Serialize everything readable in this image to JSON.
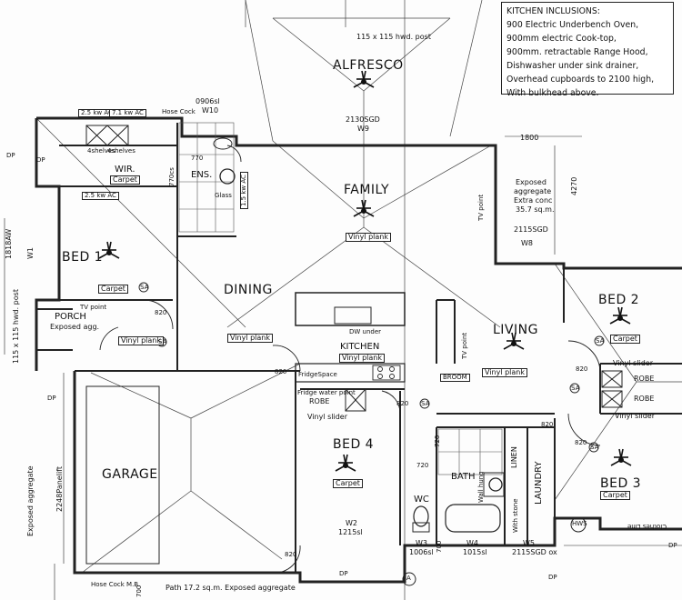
{
  "inclusions": {
    "title": "KITCHEN INCLUSIONS:",
    "lines": [
      "900 Electric Underbench Oven,",
      "900mm electric Cook-top,",
      "900mm. retractable Range Hood,",
      "Dishwasher under sink drainer,",
      "Overhead cupboards to 2100 high,",
      "With bulkhead above."
    ]
  },
  "rooms": {
    "alfresco": "ALFRESCO",
    "family": "FAMILY",
    "dining": "DINING",
    "kitchen": "KITCHEN",
    "living": "LIVING",
    "bed1": "BED 1",
    "bed2": "BED 2",
    "bed3": "BED 3",
    "bed4": "BED 4",
    "garage": "GARAGE",
    "porch": "PORCH",
    "wir": "WIR.",
    "ens": "ENS.",
    "bath": "BATH",
    "wc": "WC",
    "laundry": "LAUNDRY",
    "linen": "LINEN"
  },
  "finishes": {
    "carpet": "Carpet",
    "vinyl_plank": "Vinyl plank",
    "vinyl_slider": "Vinyl slider",
    "robe": "ROBE",
    "glass": "Glass",
    "exposed_agg": "Exposed agg.",
    "exposed_aggregate": "Exposed aggregate"
  },
  "annotations": {
    "post_top": "115 x 115 hwd. post",
    "post_left": "115 x 115 hwd. post",
    "sgd_2130": "2130SGD",
    "w9": "W9",
    "w10": "W10",
    "sl_0906": "0906sl",
    "hose_cock": "Hose Cock",
    "hose_cock_mb": "Hose Cock M.B.",
    "ac_25_a": "2.5 kw AC",
    "ac_71": "7.1 kw AC",
    "ac_25_b": "2.5 kw AC",
    "ac_15": "1.5 kw AC",
    "shelves_a": "4shelves",
    "shelves_b": "4shelves",
    "dim_1800": "1800",
    "dim_4270": "4270",
    "exposed_right": "Exposed\naggregate\nExtra conc\n35.7 sq.m.",
    "sgd_2115": "2115SGD",
    "w8": "W8",
    "tv_point": "TV point",
    "dw_under": "DW under",
    "fridge_space": "FridgeSpace",
    "fridge_water": "Fridge water point",
    "broom": "BROOM",
    "dim_820": "820",
    "dim_770": "770",
    "dim_720": "720",
    "dim_700": "700",
    "dim_770cs": "770cs",
    "w1": "W1",
    "aw_1818": "1818AW",
    "dp": "DP",
    "sa": "SA",
    "panelift": "2248Panelift",
    "w2": "W2",
    "sl_1215": "1215sl",
    "w3": "W3",
    "sl_1006": "1006sl",
    "w4": "W4",
    "sl_1015": "1015sl",
    "w5": "W5",
    "sgd_ox_2115": "2115SGD ox",
    "wall_hung": "Wall hung",
    "with_stone": "With stone",
    "clothes_line": "Clothes Line",
    "hws": "HWS",
    "path": "Path 17.2 sq.m.  Exposed aggregate",
    "grid_a": "A"
  }
}
